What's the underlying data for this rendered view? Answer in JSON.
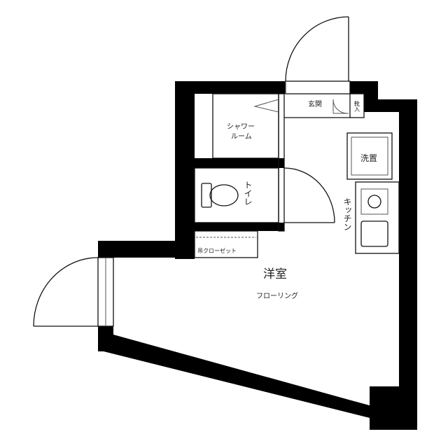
{
  "rooms": {
    "western_room": "洋室",
    "flooring": "フローリング",
    "shower_room_line1": "シャワー",
    "shower_room_line2": "ルーム",
    "toilet": "トイレ",
    "kitchen": "キッチン",
    "laundry": "洗置",
    "entrance": "玄関",
    "shoe_box": "靴入",
    "closet": "吊クローゼット"
  },
  "colors": {
    "wall": "#000000",
    "background": "#ffffff",
    "text": "#222222"
  }
}
